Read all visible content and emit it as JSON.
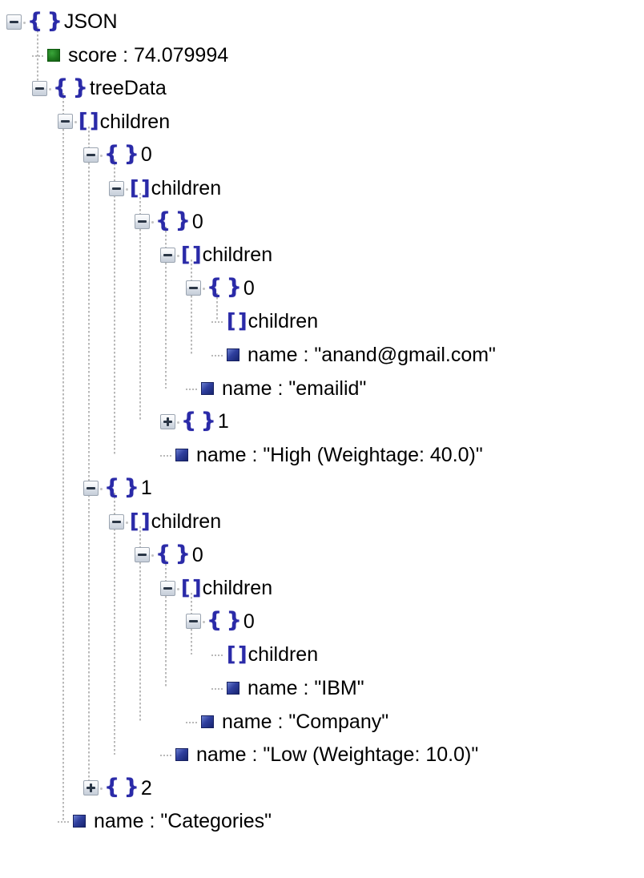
{
  "viewer": {
    "title": "JSON",
    "kind": "json-tree-viewer",
    "colors": {
      "bracket": "#2a2aa8",
      "number_swatch": "#1f7a1f",
      "string_swatch": "#2f3f9e",
      "guide_line": "#b9b9b9",
      "text": "#000000",
      "background": "#ffffff"
    }
  },
  "rows": [
    {
      "id": "r0",
      "depth": 0,
      "toggle": "minus",
      "icon": "brace",
      "glyph": "{ }",
      "label": "JSON",
      "stub": false
    },
    {
      "id": "r1",
      "depth": 1,
      "toggle": "none",
      "icon": "number",
      "glyph": "",
      "label": "score : 74.079994",
      "stub": true
    },
    {
      "id": "r2",
      "depth": 1,
      "toggle": "minus",
      "icon": "brace",
      "glyph": "{ }",
      "label": "treeData",
      "stub": false
    },
    {
      "id": "r3",
      "depth": 2,
      "toggle": "minus",
      "icon": "bracket",
      "glyph": "[ ]",
      "label": "children",
      "stub": false
    },
    {
      "id": "r4",
      "depth": 3,
      "toggle": "minus",
      "icon": "brace",
      "glyph": "{ }",
      "label": "0",
      "stub": false
    },
    {
      "id": "r5",
      "depth": 4,
      "toggle": "minus",
      "icon": "bracket",
      "glyph": "[ ]",
      "label": "children",
      "stub": false
    },
    {
      "id": "r6",
      "depth": 5,
      "toggle": "minus",
      "icon": "brace",
      "glyph": "{ }",
      "label": "0",
      "stub": false
    },
    {
      "id": "r7",
      "depth": 6,
      "toggle": "minus",
      "icon": "bracket",
      "glyph": "[ ]",
      "label": "children",
      "stub": false
    },
    {
      "id": "r8",
      "depth": 7,
      "toggle": "minus",
      "icon": "brace",
      "glyph": "{ }",
      "label": "0",
      "stub": false
    },
    {
      "id": "r9",
      "depth": 8,
      "toggle": "none",
      "icon": "bracket",
      "glyph": "[ ]",
      "label": "children",
      "stub": true
    },
    {
      "id": "r10",
      "depth": 8,
      "toggle": "none",
      "icon": "string",
      "glyph": "",
      "label": "name : \"anand@gmail.com\"",
      "stub": true
    },
    {
      "id": "r11",
      "depth": 7,
      "toggle": "none",
      "icon": "string",
      "glyph": "",
      "label": "name : \"emailid\"",
      "stub": true
    },
    {
      "id": "r12",
      "depth": 6,
      "toggle": "plus",
      "icon": "brace",
      "glyph": "{ }",
      "label": "1",
      "stub": false
    },
    {
      "id": "r13",
      "depth": 6,
      "toggle": "none",
      "icon": "string",
      "glyph": "",
      "label": "name : \"High (Weightage: 40.0)\"",
      "stub": true
    },
    {
      "id": "r14",
      "depth": 3,
      "toggle": "minus",
      "icon": "brace",
      "glyph": "{ }",
      "label": "1",
      "stub": false
    },
    {
      "id": "r15",
      "depth": 4,
      "toggle": "minus",
      "icon": "bracket",
      "glyph": "[ ]",
      "label": "children",
      "stub": false
    },
    {
      "id": "r16",
      "depth": 5,
      "toggle": "minus",
      "icon": "brace",
      "glyph": "{ }",
      "label": "0",
      "stub": false
    },
    {
      "id": "r17",
      "depth": 6,
      "toggle": "minus",
      "icon": "bracket",
      "glyph": "[ ]",
      "label": "children",
      "stub": false
    },
    {
      "id": "r18",
      "depth": 7,
      "toggle": "minus",
      "icon": "brace",
      "glyph": "{ }",
      "label": "0",
      "stub": false
    },
    {
      "id": "r19",
      "depth": 8,
      "toggle": "none",
      "icon": "bracket",
      "glyph": "[ ]",
      "label": "children",
      "stub": true
    },
    {
      "id": "r20",
      "depth": 8,
      "toggle": "none",
      "icon": "string",
      "glyph": "",
      "label": "name : \"IBM\"",
      "stub": true
    },
    {
      "id": "r21",
      "depth": 7,
      "toggle": "none",
      "icon": "string",
      "glyph": "",
      "label": "name : \"Company\"",
      "stub": true
    },
    {
      "id": "r22",
      "depth": 6,
      "toggle": "none",
      "icon": "string",
      "glyph": "",
      "label": "name : \"Low (Weightage: 10.0)\"",
      "stub": true
    },
    {
      "id": "r23",
      "depth": 3,
      "toggle": "plus",
      "icon": "brace",
      "glyph": "{ }",
      "label": "2",
      "stub": false
    },
    {
      "id": "r24",
      "depth": 2,
      "toggle": "none",
      "icon": "string",
      "glyph": "",
      "label": "name : \"Categories\"",
      "stub": true
    }
  ],
  "guides": [
    {
      "depth": 1,
      "from": 0,
      "to": 2
    },
    {
      "depth": 2,
      "from": 2,
      "to": 24
    },
    {
      "depth": 3,
      "from": 3,
      "to": 23
    },
    {
      "depth": 4,
      "from": 4,
      "to": 13
    },
    {
      "depth": 5,
      "from": 5,
      "to": 12
    },
    {
      "depth": 6,
      "from": 6,
      "to": 11
    },
    {
      "depth": 7,
      "from": 7,
      "to": 10
    },
    {
      "depth": 8,
      "from": 8,
      "to": 9
    },
    {
      "depth": 4,
      "from": 14,
      "to": 22
    },
    {
      "depth": 5,
      "from": 15,
      "to": 21
    },
    {
      "depth": 6,
      "from": 16,
      "to": 20
    },
    {
      "depth": 7,
      "from": 17,
      "to": 19
    },
    {
      "depth": 8,
      "from": 18,
      "to": 18
    }
  ]
}
